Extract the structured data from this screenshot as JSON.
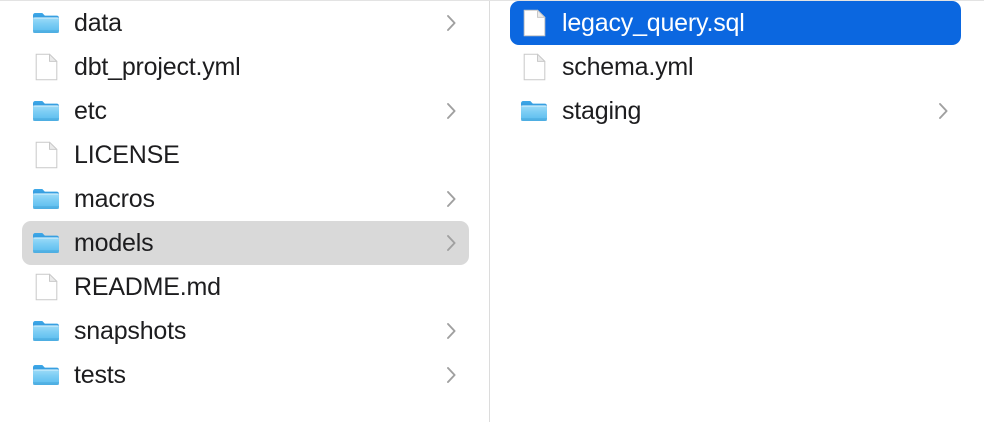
{
  "window": {
    "view_mode": "column",
    "accent_color": "#0b67e0",
    "inactive_selection_color": "#d9d9d9",
    "background_color": "#ffffff",
    "divider_color": "#dcdcdc",
    "text_color": "#1d1d1f",
    "selected_text_color": "#ffffff",
    "chevron_color": "#a0a0a0"
  },
  "columns": [
    {
      "name": "parent-column",
      "items": [
        {
          "label": "data",
          "kind": "folder",
          "icon": "folder-icon",
          "has_chevron": true,
          "selected": false,
          "selection_style": "none"
        },
        {
          "label": "dbt_project.yml",
          "kind": "file",
          "icon": "document-icon",
          "has_chevron": false,
          "selected": false,
          "selection_style": "none"
        },
        {
          "label": "etc",
          "kind": "folder",
          "icon": "folder-icon",
          "has_chevron": true,
          "selected": false,
          "selection_style": "none"
        },
        {
          "label": "LICENSE",
          "kind": "file",
          "icon": "document-icon",
          "has_chevron": false,
          "selected": false,
          "selection_style": "none"
        },
        {
          "label": "macros",
          "kind": "folder",
          "icon": "folder-icon",
          "has_chevron": true,
          "selected": false,
          "selection_style": "none"
        },
        {
          "label": "models",
          "kind": "folder",
          "icon": "folder-icon",
          "has_chevron": true,
          "selected": true,
          "selection_style": "inactive"
        },
        {
          "label": "README.md",
          "kind": "file",
          "icon": "document-icon",
          "has_chevron": false,
          "selected": false,
          "selection_style": "none"
        },
        {
          "label": "snapshots",
          "kind": "folder",
          "icon": "folder-icon",
          "has_chevron": true,
          "selected": false,
          "selection_style": "none"
        },
        {
          "label": "tests",
          "kind": "folder",
          "icon": "folder-icon",
          "has_chevron": true,
          "selected": false,
          "selection_style": "none"
        }
      ]
    },
    {
      "name": "child-column",
      "items": [
        {
          "label": "legacy_query.sql",
          "kind": "file",
          "icon": "document-icon",
          "has_chevron": false,
          "selected": true,
          "selection_style": "active"
        },
        {
          "label": "schema.yml",
          "kind": "file",
          "icon": "document-icon",
          "has_chevron": false,
          "selected": false,
          "selection_style": "none"
        },
        {
          "label": "staging",
          "kind": "folder",
          "icon": "folder-icon",
          "has_chevron": true,
          "selected": false,
          "selection_style": "none"
        }
      ]
    }
  ]
}
